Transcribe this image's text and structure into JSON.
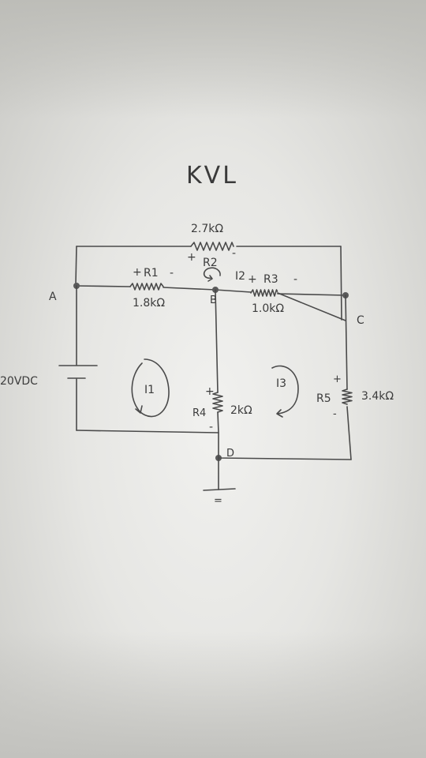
{
  "title": "KVL",
  "nodes": {
    "a": "A",
    "b": "B",
    "c": "C",
    "d": "D"
  },
  "source": {
    "label": "20VDC"
  },
  "resistors": {
    "r1": {
      "name": "R1",
      "value": "1.8kΩ",
      "plus": "+",
      "minus": "-"
    },
    "r2": {
      "name": "R2",
      "value": "2.7kΩ",
      "plus": "+",
      "minus": "-"
    },
    "r3": {
      "name": "R3",
      "value": "1.0kΩ",
      "plus": "+",
      "minus": "-"
    },
    "r4": {
      "name": "R4",
      "value": "2kΩ",
      "plus": "+",
      "minus": "-"
    },
    "r5": {
      "name": "R5",
      "value": "3.4kΩ",
      "plus": "+",
      "minus": "-"
    }
  },
  "loops": {
    "i1": "I1",
    "i2": "I2",
    "i3": "I3"
  },
  "ground": "=",
  "colors": {
    "ink": "#4a4a4a",
    "paper": "#ececea"
  }
}
